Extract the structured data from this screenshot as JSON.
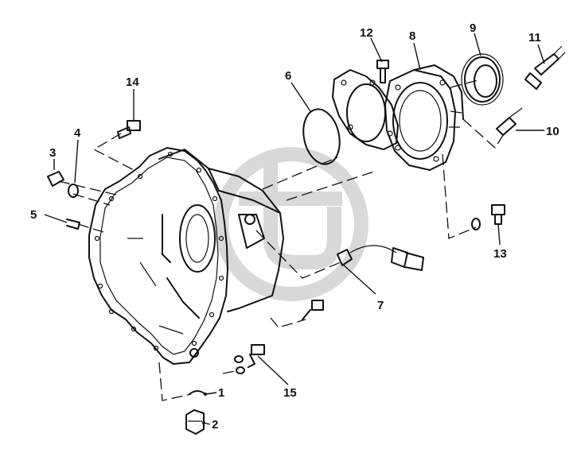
{
  "callouts": [
    {
      "id": "1",
      "text": "1"
    },
    {
      "id": "2",
      "text": "2"
    },
    {
      "id": "3",
      "text": "3"
    },
    {
      "id": "4",
      "text": "4"
    },
    {
      "id": "5",
      "text": "5"
    },
    {
      "id": "6",
      "text": "6"
    },
    {
      "id": "7",
      "text": "7"
    },
    {
      "id": "8",
      "text": "8"
    },
    {
      "id": "9",
      "text": "9"
    },
    {
      "id": "10",
      "text": "10"
    },
    {
      "id": "11",
      "text": "11"
    },
    {
      "id": "12",
      "text": "12"
    },
    {
      "id": "13",
      "text": "13"
    },
    {
      "id": "14",
      "text": "14"
    },
    {
      "id": "15",
      "text": "15"
    }
  ],
  "colors": {
    "ink": "#111111",
    "watermark": "#d8d8d8"
  },
  "watermark": {
    "name": "logo-watermark-icon"
  }
}
